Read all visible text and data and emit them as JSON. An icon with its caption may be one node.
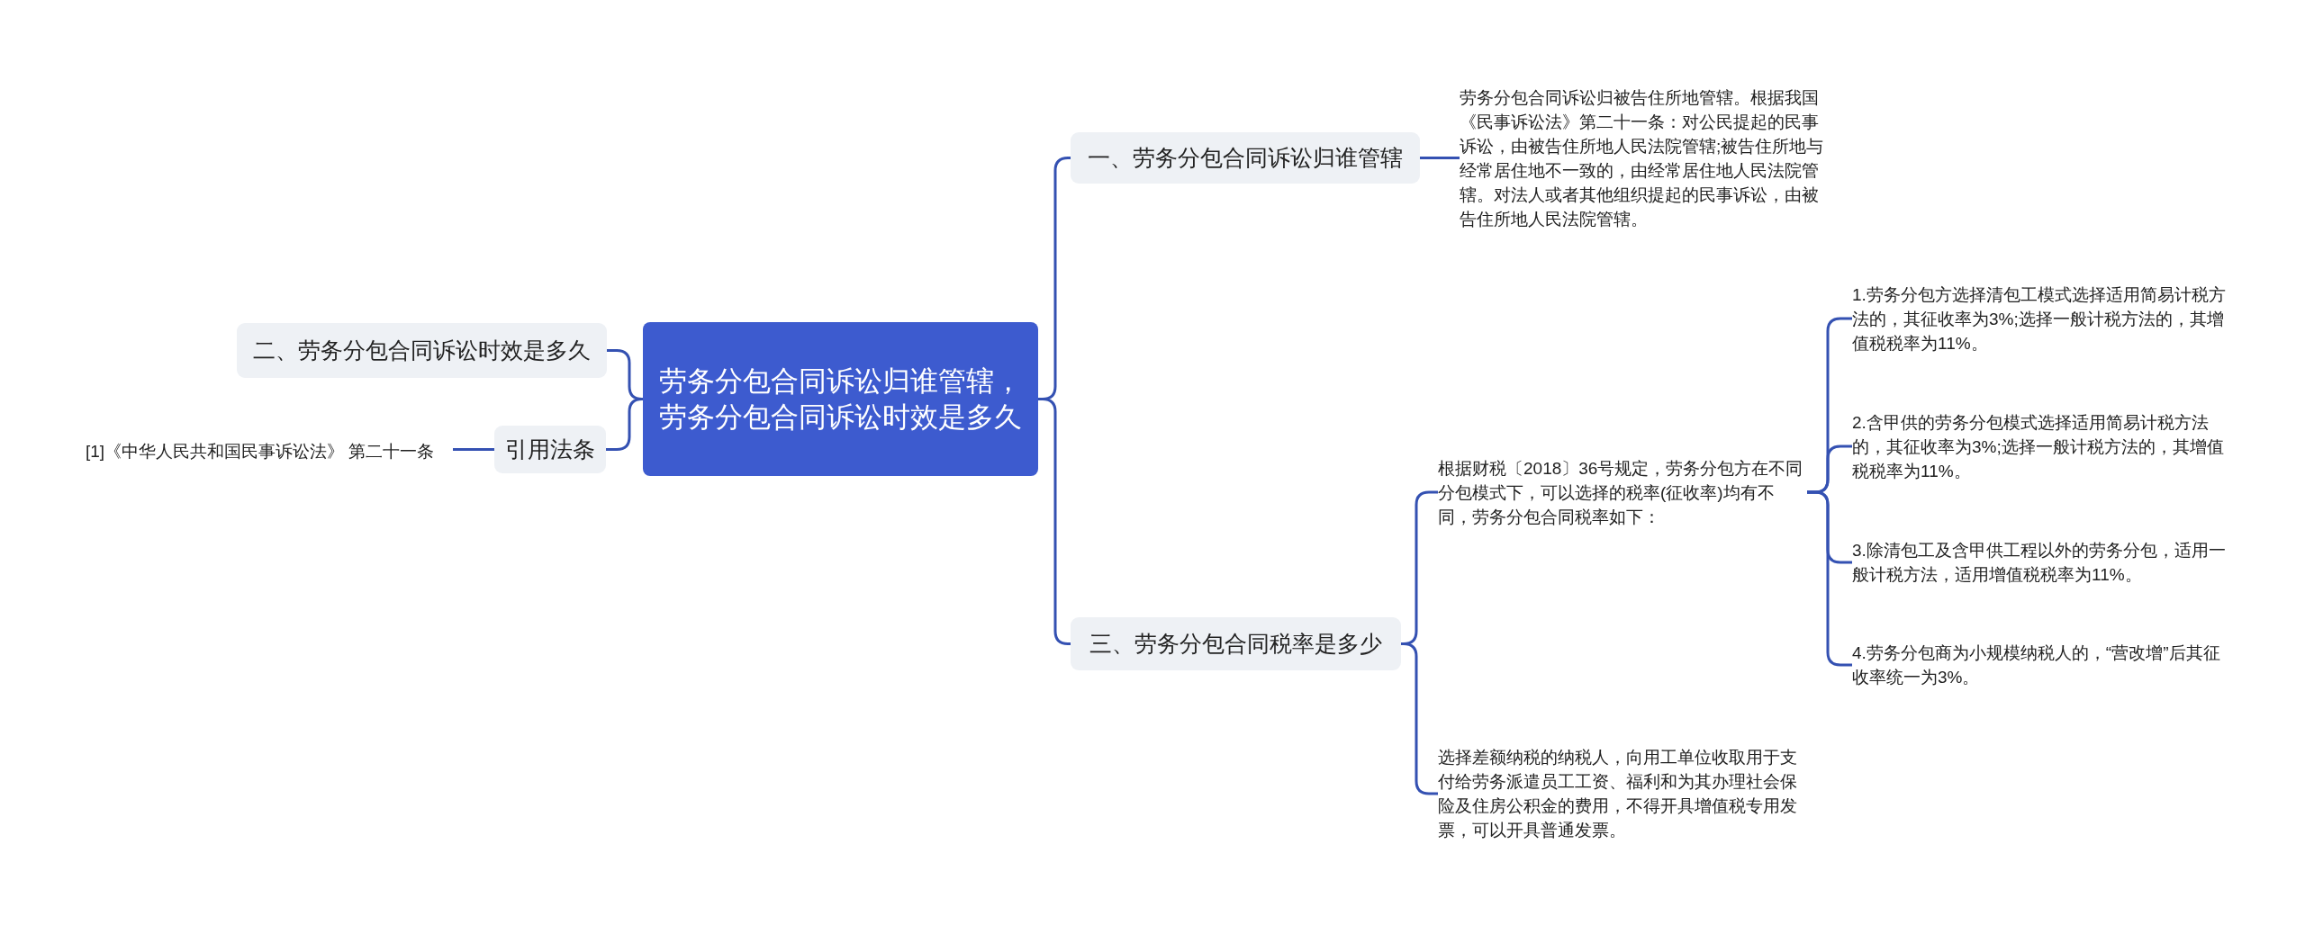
{
  "diagram": {
    "nodes": [
      {
        "text": [
          "劳务分包合同诉讼归谁管辖，劳务分包合同诉讼时效是多久"
        ]
      },
      {
        "text": [
          "一、劳务分包合同诉讼归谁管辖"
        ]
      },
      {
        "text": [
          "劳务分包合同诉讼归被告住所地管辖。根据我国《民事诉讼法》第二十一条：对公民提起的民事诉讼，由被告住所地人民法院管辖;被告住所地与经常居住地不一致的，由经常居住地人民法院管辖。对法人或者其他组织提起的民事诉讼，由被告住所地人民法院管辖。"
        ]
      },
      {
        "text": [
          "三、劳务分包合同税率是多少"
        ]
      },
      {
        "text": [
          "根据财税〔2018〕36号规定，劳务分包方在不同分包模式下，可以选择的税率(征收率)均有不同，劳务分包合同税率如下："
        ]
      },
      {
        "text": [
          "1.劳务分包方选择清包工模式选择适用简易计税方法的，其征收率为3%;选择一般计税方法的，其增值税税率为11%。"
        ]
      },
      {
        "text": [
          "2.含甲供的劳务分包模式选择适用简易计税方法的，其征收率为3%;选择一般计税方法的，其增值税税率为11%。"
        ]
      },
      {
        "text": [
          "3.除清包工及含甲供工程以外的劳务分包，适用一般计税方法，适用增值税税率为11%。"
        ]
      },
      {
        "text": [
          "4.劳务分包商为小规模纳税人的，“营改增”后其征收率统一为3%。"
        ]
      },
      {
        "text": [
          "选择差额纳税的纳税人，向用工单位收取用于支付给劳务派遣员工工资、福利和为其办理社会保险及住房公积金的费用，不得开具增值税专用发票，可以开具普通发票。"
        ]
      },
      {
        "text": [
          "二、劳务分包合同诉讼时效是多久"
        ]
      },
      {
        "text": [
          "引用法条"
        ]
      },
      {
        "text": [
          "[1]《中华人民共和国民事诉讼法》 第二十一条"
        ]
      }
    ],
    "edges": [
      {
        "from": 0,
        "to": 1,
        "arrow": "none"
      },
      {
        "from": 1,
        "to": 2,
        "arrow": "none"
      },
      {
        "from": 0,
        "to": 3,
        "arrow": "none"
      },
      {
        "from": 3,
        "to": 4,
        "arrow": "none"
      },
      {
        "from": 4,
        "to": 5,
        "arrow": "none"
      },
      {
        "from": 4,
        "to": 6,
        "arrow": "none"
      },
      {
        "from": 4,
        "to": 7,
        "arrow": "none"
      },
      {
        "from": 4,
        "to": 8,
        "arrow": "none"
      },
      {
        "from": 3,
        "to": 9,
        "arrow": "none"
      },
      {
        "from": 0,
        "to": 10,
        "arrow": "none"
      },
      {
        "from": 0,
        "to": 11,
        "arrow": "none"
      },
      {
        "from": 11,
        "to": 12,
        "arrow": "none"
      }
    ]
  }
}
